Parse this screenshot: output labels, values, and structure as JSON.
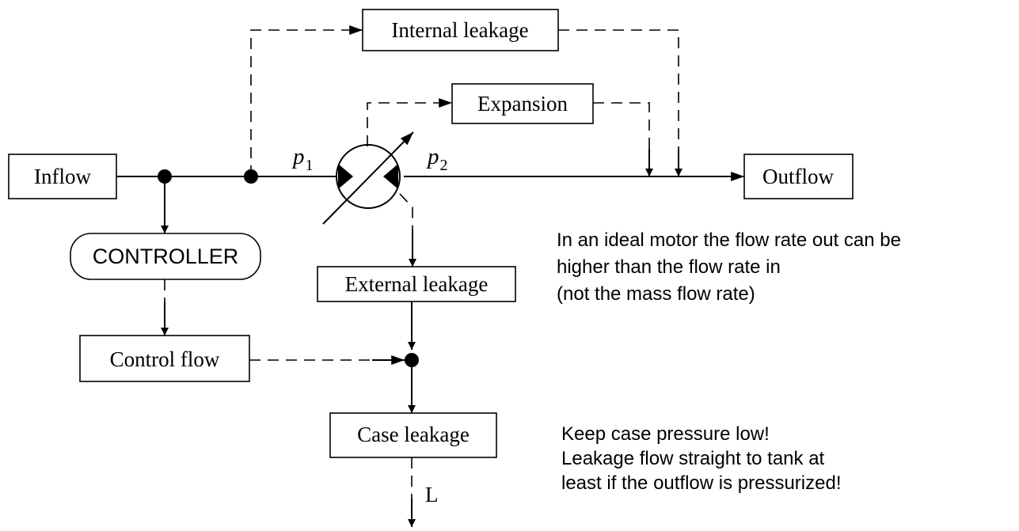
{
  "blocks": {
    "inflow": "Inflow",
    "outflow": "Outflow",
    "internal_leakage": "Internal leakage",
    "expansion": "Expansion",
    "external_leakage": "External leakage",
    "controller": "CONTROLLER",
    "control_flow": "Control flow",
    "case_leakage": "Case leakage"
  },
  "pressures": {
    "p1": {
      "symbol": "p",
      "subscript": "1"
    },
    "p2": {
      "symbol": "p",
      "subscript": "2"
    }
  },
  "drain_label": "L",
  "notes": {
    "ideal_motor": [
      "In an ideal motor the flow rate out can be",
      "higher than the flow rate in",
      "(not the mass flow rate)"
    ],
    "case_pressure": [
      "Keep case pressure low!",
      "Leakage flow straight to tank at",
      "least if the outflow is pressurized!"
    ]
  },
  "colors": {
    "line": "#000000",
    "background": "#ffffff"
  }
}
